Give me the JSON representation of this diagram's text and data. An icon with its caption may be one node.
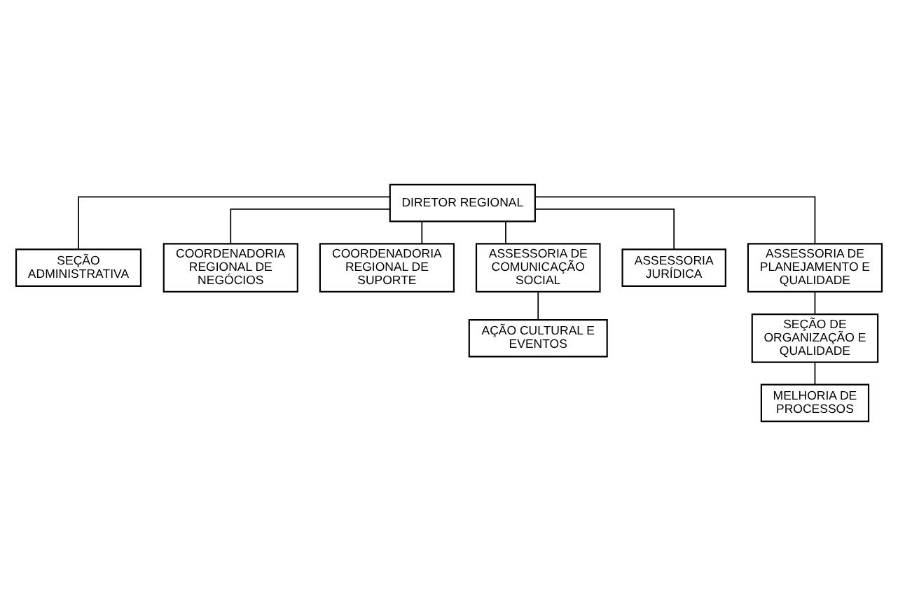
{
  "diagram": {
    "nodes": [
      {
        "text": [
          "DIRETOR REGIONAL"
        ]
      },
      {
        "text": [
          "SEÇÃO ADMINISTRATIVA"
        ]
      },
      {
        "text": [
          "COORDENADORIA REGIONAL DE NEGÓCIOS"
        ]
      },
      {
        "text": [
          "COORDENADORIA REGIONAL DE SUPORTE"
        ]
      },
      {
        "text": [
          "ASSESSORIA DE COMUNICAÇÃO SOCIAL"
        ]
      },
      {
        "text": [
          "ASSESSORIA JURÍDICA"
        ]
      },
      {
        "text": [
          "ASSESSORIA DE PLANEJAMENTO E QUALIDADE"
        ]
      },
      {
        "text": [
          "AÇÃO CULTURAL E EVENTOS"
        ]
      },
      {
        "text": [
          "SEÇÃO DE ORGANIZAÇÃO E QUALIDADE"
        ]
      },
      {
        "text": [
          "MELHORIA DE PROCESSOS"
        ]
      }
    ],
    "edges": [
      {
        "from": 0,
        "to": 1,
        "arrow": "none"
      },
      {
        "from": 0,
        "to": 2,
        "arrow": "none"
      },
      {
        "from": 0,
        "to": 3,
        "arrow": "none"
      },
      {
        "from": 0,
        "to": 4,
        "arrow": "none"
      },
      {
        "from": 0,
        "to": 5,
        "arrow": "none"
      },
      {
        "from": 0,
        "to": 6,
        "arrow": "none"
      },
      {
        "from": 4,
        "to": 7,
        "arrow": "none"
      },
      {
        "from": 6,
        "to": 8,
        "arrow": "none"
      },
      {
        "from": 8,
        "to": 9,
        "arrow": "none"
      }
    ]
  }
}
